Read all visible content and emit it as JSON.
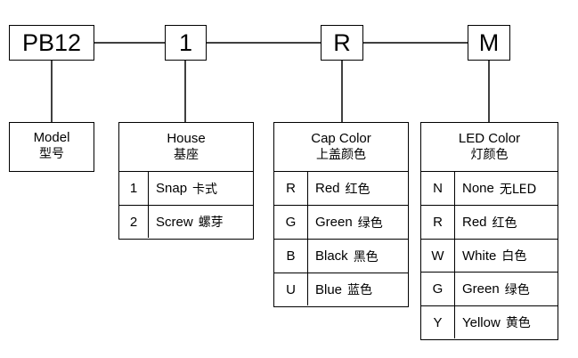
{
  "code": {
    "model": "PB12",
    "house": "1",
    "cap": "R",
    "led": "M"
  },
  "model_table": {
    "title_en": "Model",
    "title_cn": "型号"
  },
  "house_table": {
    "title_en": "House",
    "title_cn": "基座",
    "rows": [
      {
        "key": "1",
        "en": "Snap",
        "cn": "卡式"
      },
      {
        "key": "2",
        "en": "Screw",
        "cn": "螺芽"
      }
    ]
  },
  "cap_table": {
    "title_en": "Cap Color",
    "title_cn": "上盖颜色",
    "rows": [
      {
        "key": "R",
        "en": "Red",
        "cn": "红色"
      },
      {
        "key": "G",
        "en": "Green",
        "cn": "绿色"
      },
      {
        "key": "B",
        "en": "Black",
        "cn": "黑色"
      },
      {
        "key": "U",
        "en": "Blue",
        "cn": "蓝色"
      }
    ]
  },
  "led_table": {
    "title_en": "LED Color",
    "title_cn": "灯颜色",
    "rows": [
      {
        "key": "N",
        "en": "None",
        "cn": "无LED"
      },
      {
        "key": "R",
        "en": "Red",
        "cn": "红色"
      },
      {
        "key": "W",
        "en": "White",
        "cn": "白色"
      },
      {
        "key": "G",
        "en": "Green",
        "cn": "绿色"
      },
      {
        "key": "Y",
        "en": "Yellow",
        "cn": "黄色"
      }
    ]
  }
}
